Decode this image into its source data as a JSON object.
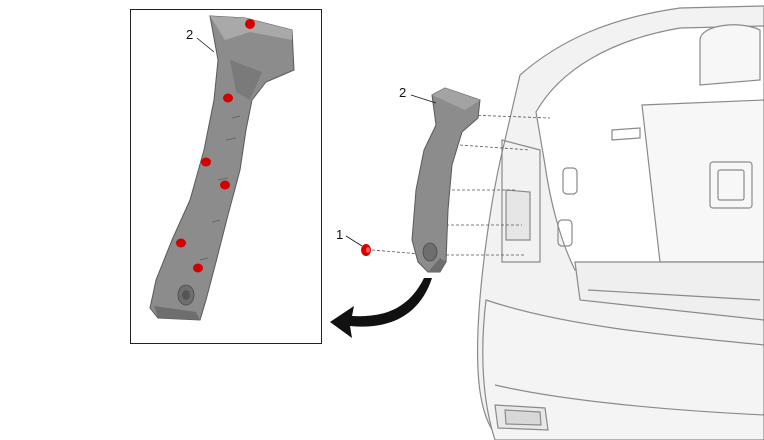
{
  "diagram": {
    "callouts": {
      "fastener": "1",
      "trim_panel": "2",
      "inset_trim_panel": "2"
    },
    "colors": {
      "trim_panel": "#8c8c8c",
      "trim_panel_shadow": "#6e6e6e",
      "clip_red": "#d40000",
      "vehicle_line": "#8a8a8a",
      "vehicle_fill": "#f2f2f2",
      "arrow": "#111111"
    },
    "icons": {
      "arrow": "curved-arrow-icon",
      "fastener": "push-pin-retainer-icon",
      "clip": "trim-clip-icon"
    }
  }
}
